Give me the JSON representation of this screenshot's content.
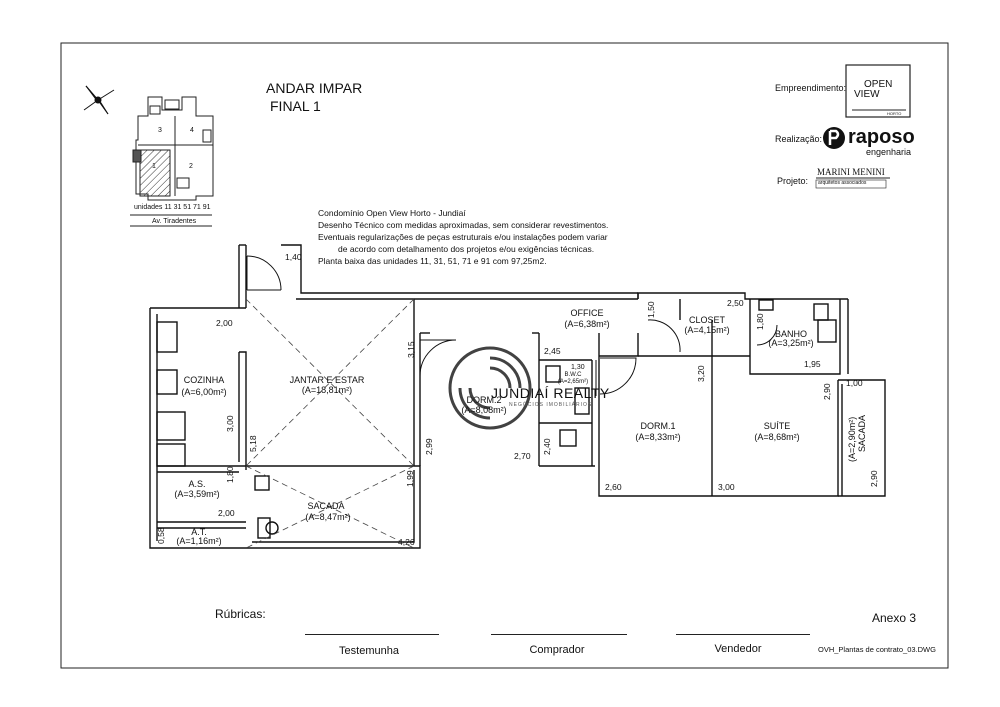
{
  "header": {
    "line1": "ANDAR IMPAR",
    "line2": "FINAL 1"
  },
  "keyplan": {
    "units_text": "unidades 11 31 51 71 91",
    "street": "Av. Tiradentes",
    "unit_numbers": [
      "3",
      "4",
      "1",
      "2"
    ]
  },
  "notes": [
    "Condomínio Open View Horto - Jundiaí",
    "Desenho Técnico com medidas aproximadas, sem considerar revestimentos.",
    "Eventuais regularizações de peças estruturais e/ou instalações podem variar",
    "de acordo com detalhamento dos projetos e/ou exigências técnicas.",
    "Planta baixa das unidades 11, 31, 51, 71 e 91 com 97,25m2."
  ],
  "credits": {
    "empreendimento_label": "Empreendimento:",
    "logo_line1": "OPEN",
    "logo_line2": "VIEW",
    "logo_sub": "HORTO",
    "realizacao_label": "Realização:",
    "raposo_name": "raposo",
    "raposo_sub": "engenharia",
    "projeto_label": "Projeto:",
    "marini_name": "MARINI MENINI",
    "marini_sub": "arquitetos associados"
  },
  "rooms": {
    "cozinha": {
      "name": "COZINHA",
      "area": "(A=6,00m²)"
    },
    "jantar": {
      "name": "JANTAR E ESTAR",
      "area": "(A=18,81m²)"
    },
    "office": {
      "name": "OFFICE",
      "area": "(A=6,38m²)"
    },
    "closet": {
      "name": "CLOSET",
      "area": "(A=4,15m²)"
    },
    "banho": {
      "name": "BANHO",
      "area": "(A=3,25m²)"
    },
    "dorm2": {
      "name": "DORM.2",
      "area": "(A=8,08m²)"
    },
    "bwc": {
      "name": "B.W.C",
      "area": "(A=2,65m²)"
    },
    "dorm1": {
      "name": "DORM.1",
      "area": "(A=8,33m²)"
    },
    "suite": {
      "name": "SUÍTE",
      "area": "(A=8,68m²)"
    },
    "as": {
      "name": "A.S.",
      "area": "(A=3,59m²)"
    },
    "at": {
      "name": "A.T.",
      "area": "(A=1,16m²)"
    },
    "sacada": {
      "name": "SACADA",
      "area": "(A=8,47m²)"
    },
    "sacada2": {
      "name": "SACADA",
      "area": "(A=2,90m²)"
    }
  },
  "dims": {
    "d140": "1,40",
    "d200a": "2,00",
    "d150": "1,50",
    "d250": "2,50",
    "d180a": "1,80",
    "d195": "1,95",
    "d315": "3,15",
    "d245": "2,45",
    "d130": "1,30",
    "d320": "3,20",
    "d290a": "2,90",
    "d100": "1,00",
    "d300a": "3,00",
    "d518": "5,18",
    "d299": "2,99",
    "d270": "2,70",
    "d240": "2,40",
    "d180b": "1,80",
    "d199": "1,99",
    "d200b": "2,00",
    "d260": "2,60",
    "d300b": "3,00",
    "d290b": "2,90",
    "d058": "0,58",
    "d426": "4,26"
  },
  "watermark": {
    "line1": "JUNDIAÍ REALTY",
    "line2": "NEGÓCIOS IMOBILIÁRIOS"
  },
  "footer": {
    "rubricas": "Rúbricas:",
    "anexo": "Anexo 3",
    "testemunha": "Testemunha",
    "comprador": "Comprador",
    "vendedor": "Vendedor",
    "file": "OVH_Plantas de contrato_03.DWG"
  }
}
